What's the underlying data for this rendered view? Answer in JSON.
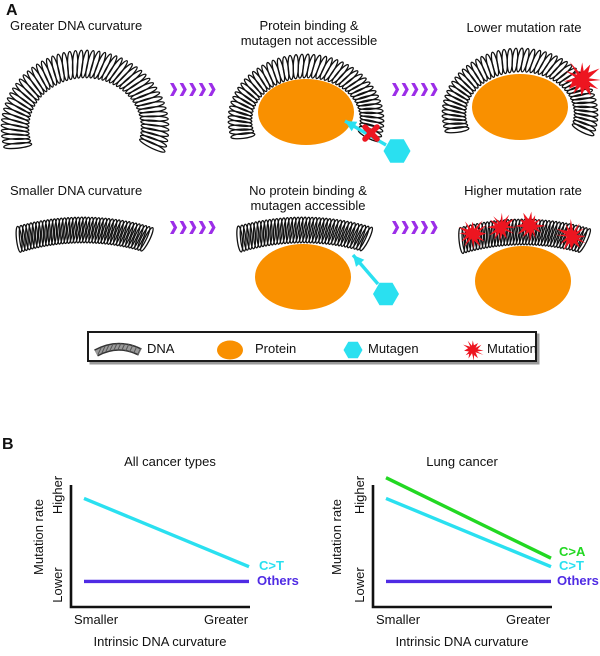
{
  "panel_a": {
    "label": "A",
    "captions": {
      "row1_left": "Greater DNA curvature",
      "row1_mid": "Protein binding &\nmutagen not accessible",
      "row1_right": "Lower mutation rate",
      "row2_left": "Smaller DNA curvature",
      "row2_mid": "No protein binding &\nmutagen accessible",
      "row2_right": "Higher mutation rate"
    },
    "legend": {
      "items": [
        {
          "icon": "dna-coil-swatch",
          "label": "DNA"
        },
        {
          "icon": "protein-ellipse-swatch",
          "label": "Protein"
        },
        {
          "icon": "mutagen-hexagon-swatch",
          "label": "Mutagen"
        },
        {
          "icon": "mutation-star-swatch",
          "label": "Mutation"
        }
      ]
    }
  },
  "panel_b": {
    "label": "B"
  },
  "chart_data": [
    {
      "type": "line",
      "title": "All cancer types",
      "xlabel": "Intrinsic DNA curvature",
      "ylabel": "Mutation rate",
      "x_ticks": [
        "Smaller",
        "Greater"
      ],
      "y_ticks": [
        "Lower",
        "Higher"
      ],
      "axes_note": "qualitative axes, no numeric scale; values_rel are relative heights 0=Lower axis origin, 1=Higher axis top",
      "legend_position": "right of line ends",
      "grid": false,
      "series": [
        {
          "name": "C>T",
          "color": "#2AE0F0",
          "values_rel": [
            0.89,
            0.33
          ]
        },
        {
          "name": "Others",
          "color": "#4F2BE4",
          "values_rel": [
            0.21,
            0.21
          ]
        }
      ]
    },
    {
      "type": "line",
      "title": "Lung cancer",
      "xlabel": "Intrinsic DNA curvature",
      "ylabel": "Mutation rate",
      "x_ticks": [
        "Smaller",
        "Greater"
      ],
      "y_ticks": [
        "Lower",
        "Higher"
      ],
      "axes_note": "qualitative axes, no numeric scale; values_rel are relative heights 0=Lower axis origin, 1=Higher axis top",
      "legend_position": "right of line ends",
      "grid": false,
      "series": [
        {
          "name": "C>A",
          "color": "#22D822",
          "values_rel": [
            1.06,
            0.4
          ]
        },
        {
          "name": "C>T",
          "color": "#2AE0F0",
          "values_rel": [
            0.89,
            0.33
          ]
        },
        {
          "name": "Others",
          "color": "#4F2BE4",
          "values_rel": [
            0.21,
            0.21
          ]
        }
      ]
    }
  ],
  "colors": {
    "protein_orange": "#F99000",
    "mutagen_cyan": "#2AE0F0",
    "mutation_red": "#ED1520",
    "chevron_purple": "#9C2EE8",
    "dna_black": "#111111",
    "legend_dna_gray": "#9A9A9A",
    "axis_black": "#111111"
  },
  "icons": {
    "dna": "black coiled-spring arc",
    "protein": "orange filled ellipse",
    "mutagen": "cyan hexagon",
    "mutation": "red starburst",
    "flow_arrow": "five purple chevrons >>>>>",
    "access_arrow": "cyan arrow",
    "blocked_cross": "red X over arrow"
  }
}
